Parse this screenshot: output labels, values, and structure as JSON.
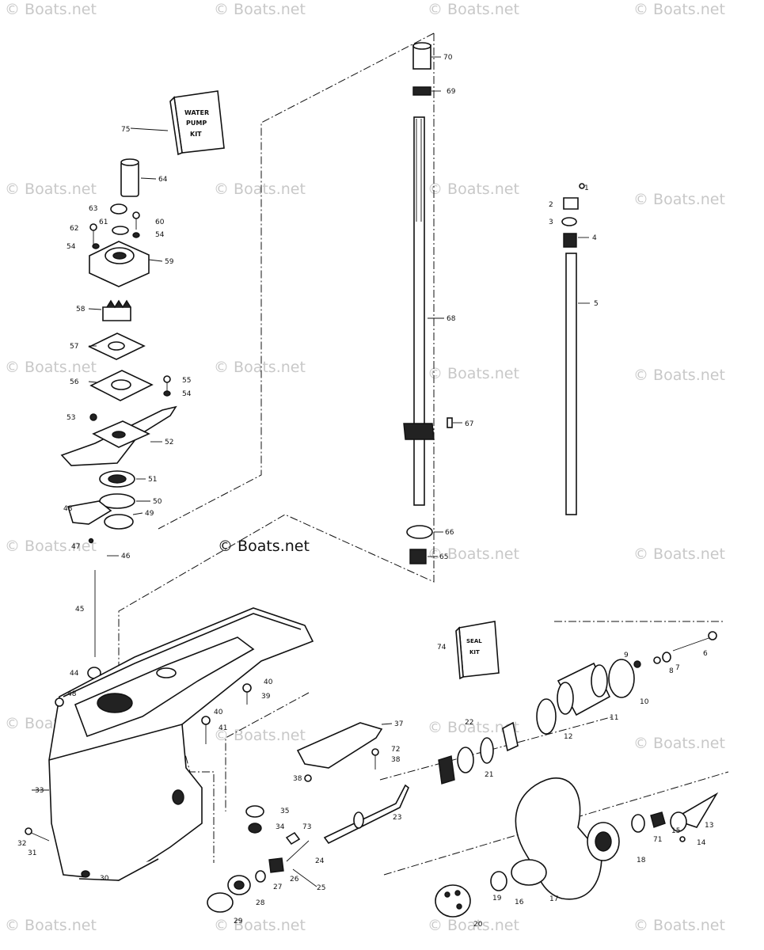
{
  "watermark": {
    "text": "© Boats.net"
  },
  "kits": {
    "water_pump": {
      "lines": [
        "WATER",
        "PUMP",
        "KIT"
      ]
    },
    "seal": {
      "lines": [
        "SEAL",
        "KIT"
      ]
    }
  },
  "callouts": {
    "p1": "1",
    "p2": "2",
    "p3": "3",
    "p4": "4",
    "p5": "5",
    "p6": "6",
    "p7": "7",
    "p8": "8",
    "p9": "9",
    "p10": "10",
    "p11": "11",
    "p12": "12",
    "p13": "13",
    "p14": "14",
    "p15": "15",
    "p16": "16",
    "p17": "17",
    "p18": "18",
    "p19": "19",
    "p20": "20",
    "p21": "21",
    "p22": "22",
    "p23": "23",
    "p24": "24",
    "p25": "25",
    "p26": "26",
    "p27": "27",
    "p28": "28",
    "p29": "29",
    "p30": "30",
    "p31": "31",
    "p32": "32",
    "p33": "33",
    "p34": "34",
    "p35": "35",
    "p37": "37",
    "p38": "38",
    "p39": "39",
    "p40": "40",
    "p41": "41",
    "p44": "44",
    "p45": "45",
    "p46": "46",
    "p47": "47",
    "p48": "48",
    "p49": "49",
    "p50": "50",
    "p51": "51",
    "p52": "52",
    "p53": "53",
    "p54": "54",
    "p55": "55",
    "p56": "56",
    "p57": "57",
    "p58": "58",
    "p59": "59",
    "p60": "60",
    "p61": "61",
    "p62": "62",
    "p63": "63",
    "p64": "64",
    "p65": "65",
    "p66": "66",
    "p67": "67",
    "p68": "68",
    "p69": "69",
    "p70": "70",
    "p71": "71",
    "p72": "72",
    "p73": "73",
    "p74": "74",
    "p75": "75"
  }
}
